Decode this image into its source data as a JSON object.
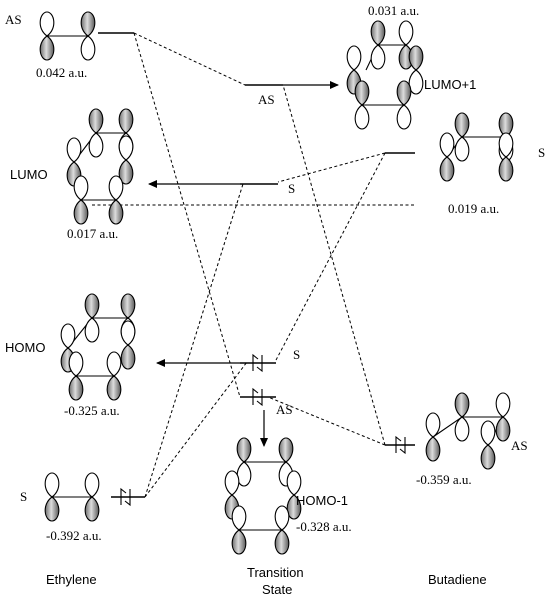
{
  "columns": {
    "ethylene": "Ethylene",
    "ts_line1": "Transition",
    "ts_line2": "State",
    "butadiene": "Butadiene"
  },
  "levels": {
    "eth_as": {
      "sym": "AS",
      "energy": "0.042 a.u."
    },
    "eth_s": {
      "sym": "S",
      "energy": "-0.392 a.u."
    },
    "but_s": {
      "sym": "S",
      "energy": "0.019 a.u."
    },
    "but_as": {
      "sym": "AS",
      "energy": "-0.359 a.u."
    },
    "ts_lumo1": {
      "sym": "AS",
      "name": "LUMO+1",
      "energy": "0.031 a.u."
    },
    "ts_lumo": {
      "sym": "S",
      "name": "LUMO",
      "energy": "0.017 a.u."
    },
    "ts_homo": {
      "sym": "S",
      "name": "HOMO",
      "energy": "-0.325 a.u."
    },
    "ts_homo1": {
      "sym": "AS",
      "name": "HOMO-1",
      "energy": "-0.328 a.u."
    }
  }
}
